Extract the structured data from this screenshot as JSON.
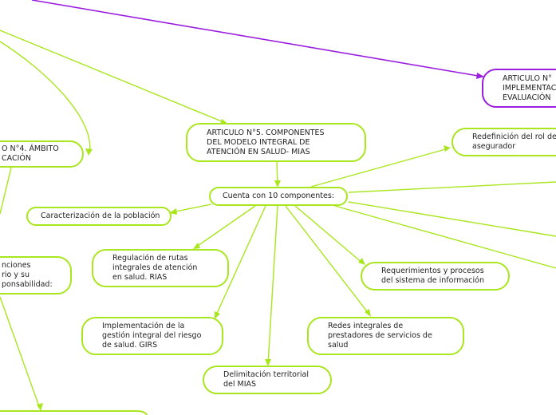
{
  "colors": {
    "green": "#a8e61d",
    "purple": "#9b1ee0",
    "text": "#1f1f1f"
  },
  "nodes": {
    "articulo6": "ARTICULO N°\nIMPLEMENTAC\nEVALUACIÓN",
    "articulo4": "O N°4. ÁMBITO\nCACIÓN",
    "articulo5": "ARTICULO N°5. COMPONENTES\nDEL MODELO INTEGRAL DE\nATENCIÓN EN SALUD- MIAS",
    "componentes": "Cuenta con 10 componentes:",
    "caracterizacion": "Caracterización de la población",
    "redefinicion": "Redefinición del rol de\nasegurador",
    "regulacion": "Regulación de rutas\nintegrales de atención\nen salud. RIAS",
    "requerimientos": "Requerimientos y procesos\ndel sistema de información",
    "implementacion": "Implementación de la\ngestión integral del riesgo\nde salud. GIRS",
    "redes": "Redes integrales de\nprestadores de servicios de\nsalud",
    "delimitacion": "Delimitación territorial\ndel MIAS",
    "funciones": "nciones\nrio y su\nponsabilidad:"
  }
}
